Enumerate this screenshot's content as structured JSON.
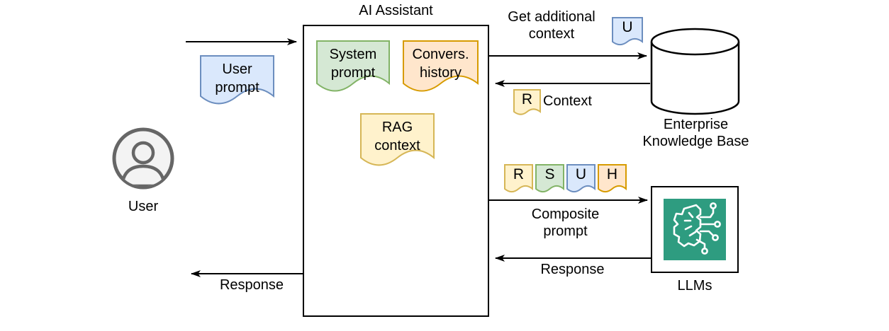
{
  "title": "AI Assistant",
  "colors": {
    "blue_fill": "#dae8fc",
    "blue_stroke": "#6c8ebf",
    "green_fill": "#d5e8d4",
    "green_stroke": "#82b366",
    "yellow_fill": "#fff2cc",
    "yellow_stroke": "#d6b656",
    "orange_fill": "#ffe6cc",
    "orange_stroke": "#d79b00",
    "llm_icon_green": "#2e9c80",
    "user_icon_gray": "#666666",
    "line_black": "#000000"
  },
  "icons": {
    "user": "user-avatar-icon",
    "knowledge_base": "database-cylinder-icon",
    "llms": "brain-circuit-icon"
  },
  "nodes": {
    "user": {
      "label": "User"
    },
    "ai_assistant": {
      "label": "AI Assistant"
    },
    "knowledge_base": {
      "label": "Enterprise\nKnowledge Base"
    },
    "llms": {
      "label": "LLMs"
    }
  },
  "documents": {
    "user_prompt": {
      "label": "User\nprompt",
      "color": "blue"
    },
    "system_prompt": {
      "label": "System\nprompt",
      "color": "green"
    },
    "conversation_history": {
      "label": "Convers.\nhistory",
      "color": "orange"
    },
    "rag_context": {
      "label": "RAG\ncontext",
      "color": "yellow"
    }
  },
  "tags": {
    "u_top": {
      "letter": "U",
      "color": "blue"
    },
    "r_context": {
      "letter": "R",
      "color": "yellow"
    },
    "composite": [
      {
        "letter": "R",
        "color": "yellow"
      },
      {
        "letter": "S",
        "color": "green"
      },
      {
        "letter": "U",
        "color": "blue"
      },
      {
        "letter": "H",
        "color": "orange"
      }
    ]
  },
  "edges": {
    "user_to_assistant": {
      "label": ""
    },
    "get_additional_context": {
      "label": "Get additional\ncontext"
    },
    "context": {
      "label": "Context"
    },
    "composite_prompt": {
      "label": "Composite\nprompt"
    },
    "llm_response": {
      "label": "Response"
    },
    "user_response": {
      "label": "Response"
    }
  }
}
